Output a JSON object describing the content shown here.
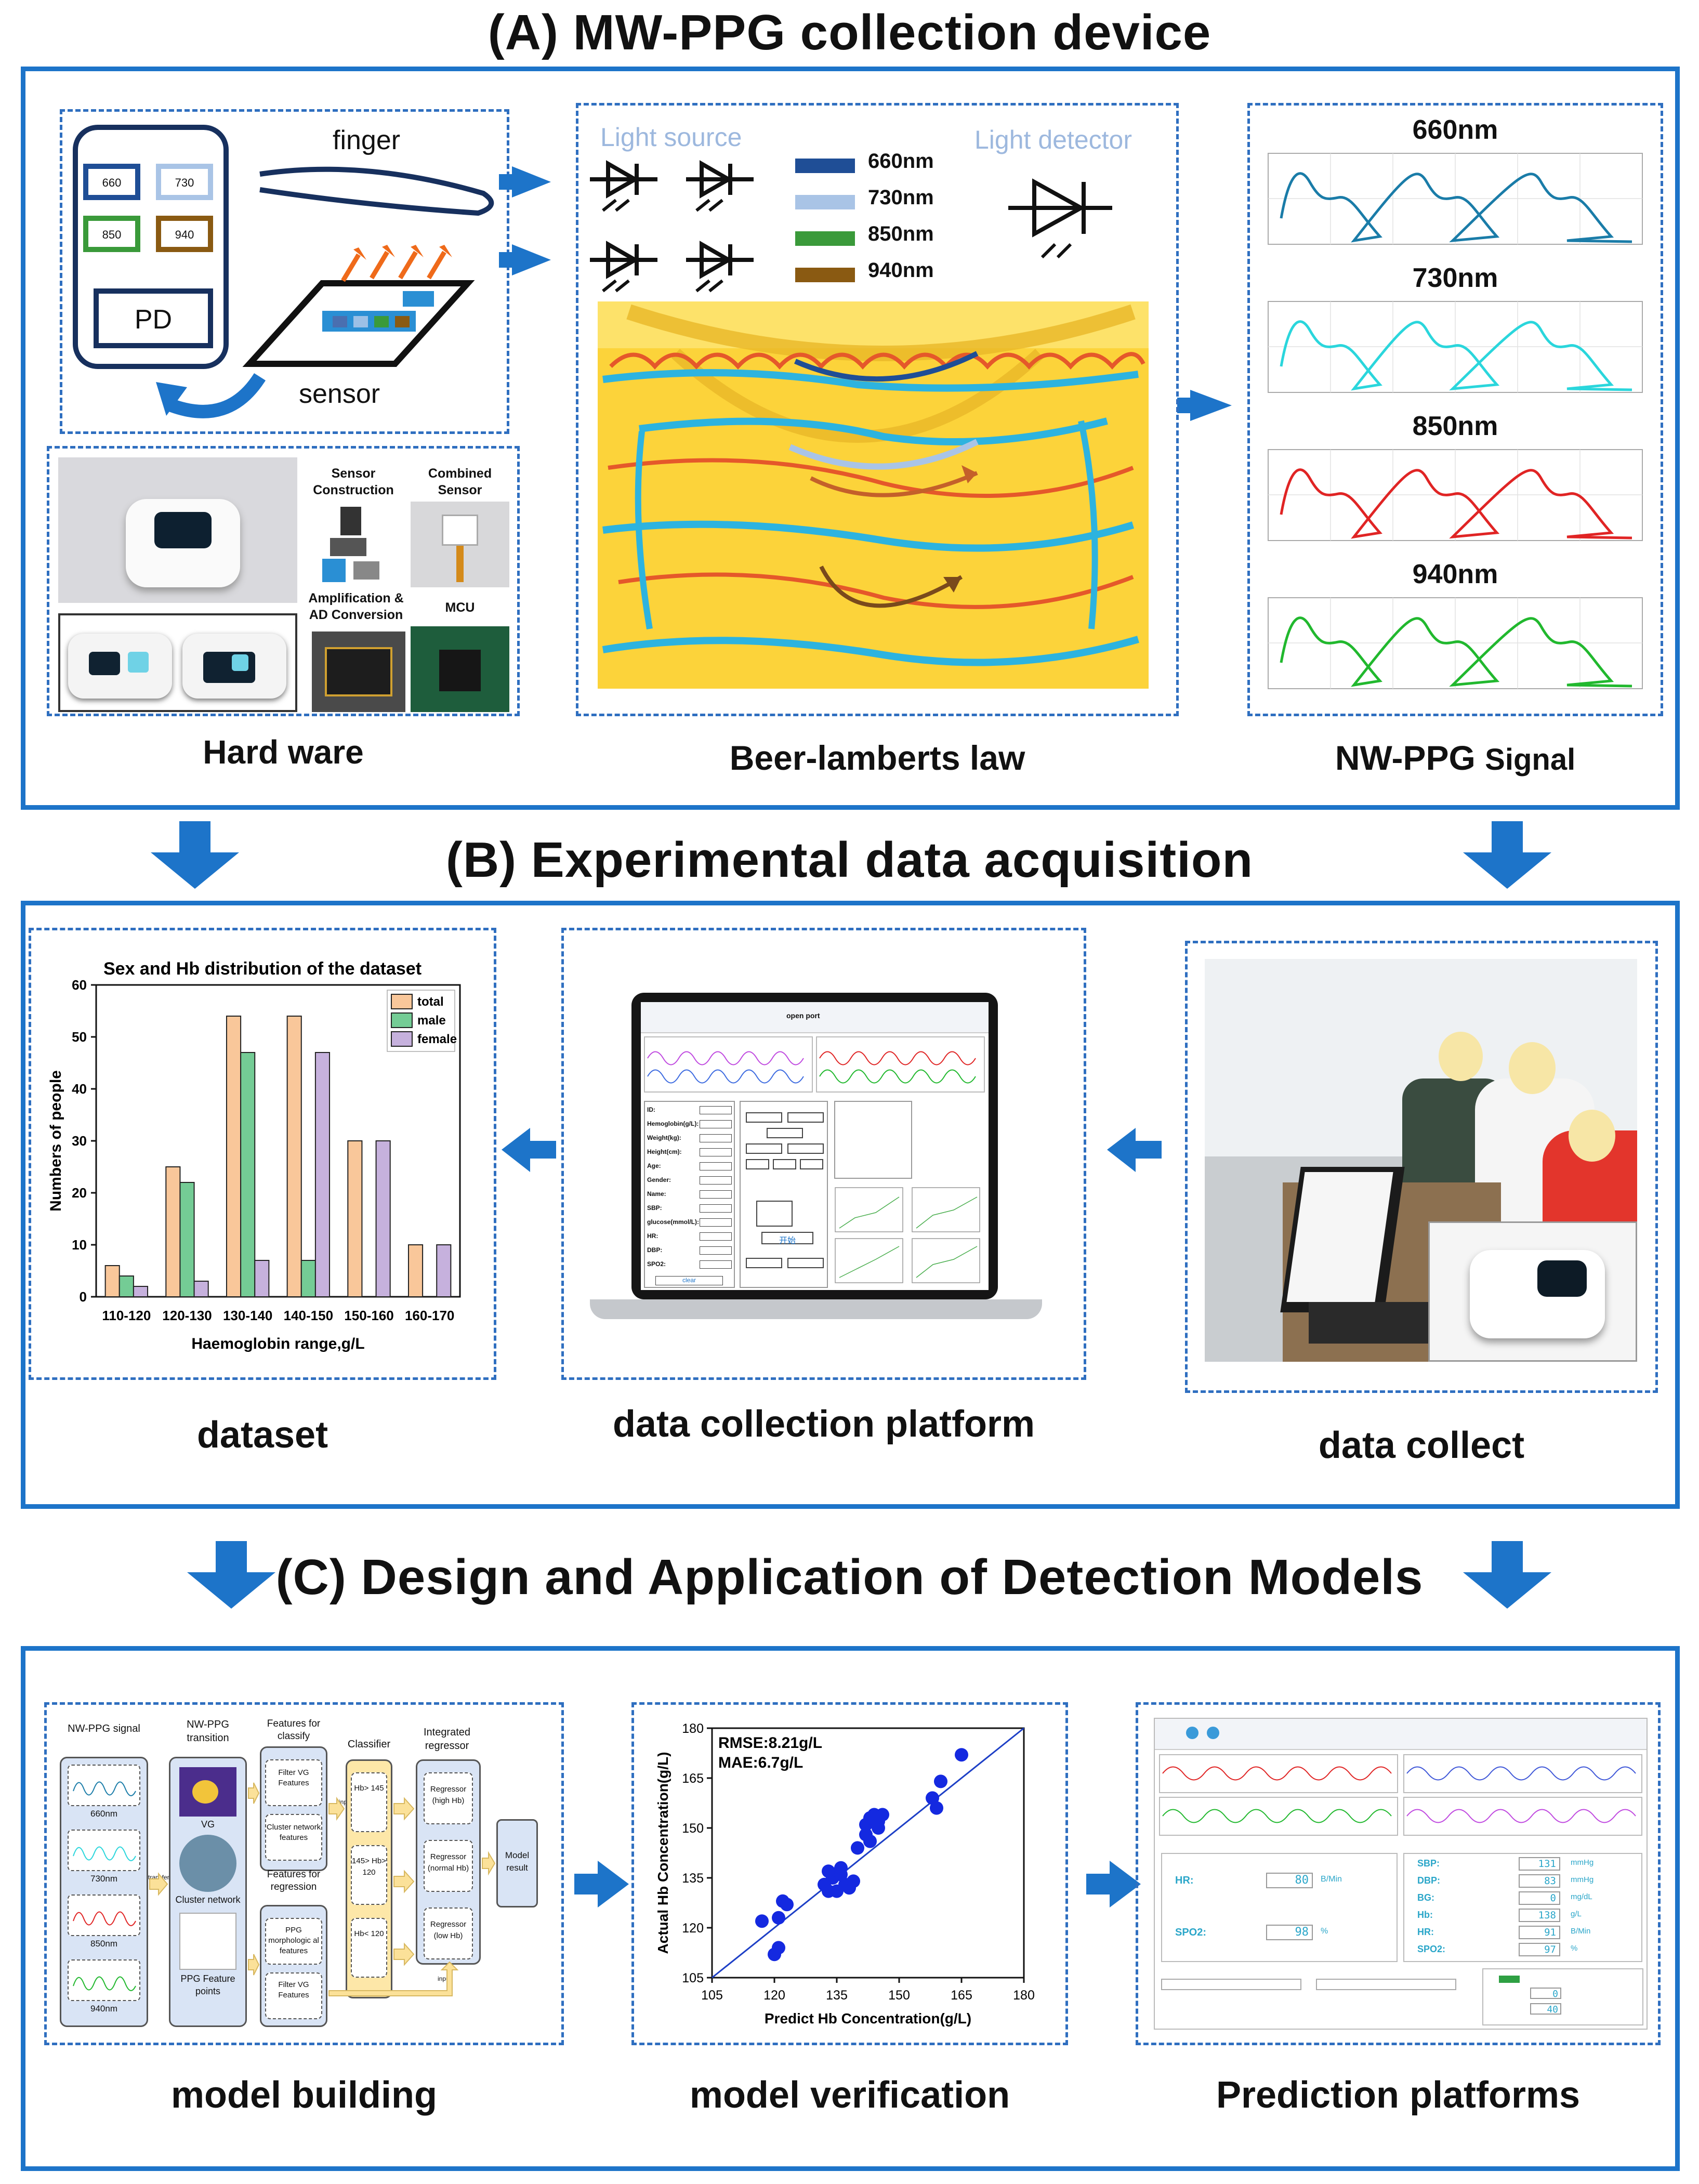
{
  "sections": {
    "a_title": "(A) MW-PPG collection device",
    "b_title": "(B) Experimental data acquisition",
    "c_title": "(C) Design and Application of Detection Models"
  },
  "section_a": {
    "sensor_boxes": [
      "660",
      "730",
      "850",
      "940"
    ],
    "pd_label": "PD",
    "finger_label": "finger",
    "sensor_label": "sensor",
    "hardware_parts": {
      "sensor_construction": "Sensor Construction",
      "combined_sensor": "Combined Sensor",
      "amplification": "Amplification & AD Conversion",
      "mcu": "MCU"
    },
    "light_source": "Light source",
    "light_detector": "Light detector",
    "wavelengths": [
      {
        "label": "660nm",
        "color": "#1f4e96"
      },
      {
        "label": "730nm",
        "color": "#a9c4e6"
      },
      {
        "label": "850nm",
        "color": "#3a9a3a"
      },
      {
        "label": "940nm",
        "color": "#8a5a12"
      }
    ],
    "signals": [
      {
        "label": "660nm",
        "color": "#1a7ca8"
      },
      {
        "label": "730nm",
        "color": "#2ad6dc"
      },
      {
        "label": "850nm",
        "color": "#e02424"
      },
      {
        "label": "940nm",
        "color": "#21b82e"
      }
    ],
    "captions": {
      "hardware": "Hard ware",
      "beer": "Beer-lamberts law",
      "signal_main": "NW-PPG ",
      "signal_tail": "Signal"
    }
  },
  "section_b": {
    "captions": {
      "dataset": "dataset",
      "platform": "data collection platform",
      "collect": "data collect"
    },
    "platform_screen": {
      "fields": [
        "ID:",
        "Hemoglobin(g/L):",
        "Weight(kg):",
        "Height(cm):",
        "Age:",
        "Gender:",
        "Name:",
        "SBP:",
        "glucose(mmol/L):",
        "HR:",
        "DBP:",
        "SPO2:"
      ],
      "port_label": "open port",
      "start_button": "开始",
      "clear_button": "clear"
    }
  },
  "chart_data": [
    {
      "type": "bar",
      "title": "Sex and Hb distribution of the dataset",
      "xlabel": "Haemoglobin range,g/L",
      "ylabel": "Numbers of people",
      "ylim": [
        0,
        60
      ],
      "yticks": [
        0,
        10,
        20,
        30,
        40,
        50,
        60
      ],
      "categories": [
        "110-120",
        "120-130",
        "130-140",
        "140-150",
        "150-160",
        "160-170"
      ],
      "series": [
        {
          "name": "total",
          "color": "#f9c79a",
          "values": [
            6,
            25,
            54,
            54,
            30,
            10
          ]
        },
        {
          "name": "male",
          "color": "#74cc95",
          "values": [
            4,
            22,
            47,
            7,
            0,
            0
          ]
        },
        {
          "name": "female",
          "color": "#c6b1dd",
          "values": [
            2,
            3,
            7,
            47,
            30,
            10
          ]
        }
      ],
      "legend_position": "top-right",
      "grid": false
    },
    {
      "type": "scatter",
      "xlabel": "Predict Hb Concentration(g/L)",
      "ylabel": "Actual Hb Concentration(g/L)",
      "xlim": [
        105,
        180
      ],
      "ylim": [
        105,
        180
      ],
      "xticks": [
        105,
        120,
        135,
        150,
        165,
        180
      ],
      "yticks": [
        105,
        120,
        135,
        150,
        165,
        180
      ],
      "annotations": [
        "RMSE:8.21g/L",
        "MAE:6.7g/L"
      ],
      "identity_line": true,
      "points": [
        [
          117,
          122
        ],
        [
          120,
          112
        ],
        [
          121,
          114
        ],
        [
          121,
          123
        ],
        [
          122,
          128
        ],
        [
          123,
          127
        ],
        [
          132,
          133
        ],
        [
          133,
          137
        ],
        [
          133,
          131
        ],
        [
          134,
          135
        ],
        [
          135,
          131
        ],
        [
          136,
          136
        ],
        [
          136,
          138
        ],
        [
          137,
          133
        ],
        [
          138,
          133
        ],
        [
          138,
          132
        ],
        [
          139,
          134
        ],
        [
          140,
          144
        ],
        [
          142,
          151
        ],
        [
          142,
          148
        ],
        [
          143,
          146
        ],
        [
          143,
          153
        ],
        [
          144,
          154
        ],
        [
          145,
          150
        ],
        [
          145,
          152
        ],
        [
          146,
          154
        ],
        [
          158,
          159
        ],
        [
          159,
          156
        ],
        [
          160,
          164
        ],
        [
          165,
          172
        ]
      ]
    }
  ],
  "section_c": {
    "captions": {
      "building": "model building",
      "verification": "model verification",
      "prediction": "Prediction platforms"
    },
    "flow": {
      "col_signal": "NW-PPG signal",
      "signal_items": [
        "660nm",
        "730nm",
        "850nm",
        "940nm"
      ],
      "transfer": "transfer",
      "col_transition": "NW-PPG transition",
      "vg": "VG",
      "cluster": "Cluster network",
      "ppg_points": "PPG Feature points",
      "features_classify": "Features for classify",
      "classify_items": [
        "Filter VG Features",
        "Cluster network features"
      ],
      "features_regression": "Features for regression",
      "regression_items": [
        "PPG morphologic al features",
        "Filter VG Features"
      ],
      "input": "input",
      "classifier": "Classifier",
      "classifier_items": [
        "Hb> 145",
        "145> Hb> 120",
        "Hb< 120"
      ],
      "integrated": "Integrated regressor",
      "regressor_items": [
        "Regressor (high Hb)",
        "Regressor (normal Hb)",
        "Regressor (low Hb)"
      ],
      "model_result": "Model result"
    },
    "prediction_screen": {
      "left_items": [
        {
          "label": "HR:",
          "value": "80",
          "unit": "B/Min"
        },
        {
          "label": "SPO2:",
          "value": "98",
          "unit": "%"
        }
      ],
      "right_items": [
        {
          "label": "SBP:",
          "value": "131",
          "unit": "mmHg"
        },
        {
          "label": "DBP:",
          "value": "83",
          "unit": "mmHg"
        },
        {
          "label": "BG:",
          "value": "0",
          "unit": "mg/dL"
        },
        {
          "label": "Hb:",
          "value": "138",
          "unit": "g/L"
        },
        {
          "label": "HR:",
          "value": "91",
          "unit": "B/Min"
        },
        {
          "label": "SPO2:",
          "value": "97",
          "unit": "%"
        }
      ],
      "bottom_values": [
        "0",
        "40"
      ]
    }
  }
}
